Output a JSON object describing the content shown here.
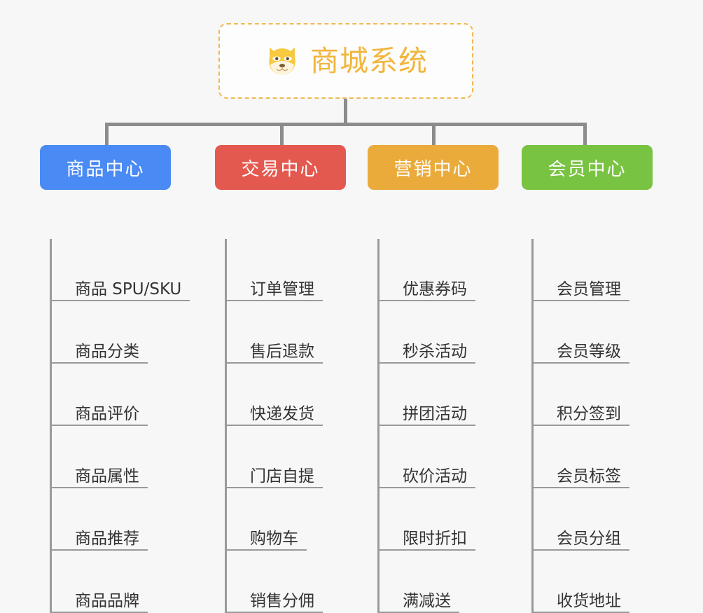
{
  "background_color": "#f7f7f7",
  "root": {
    "title": "商城系统",
    "icon": "shiba-dog-face-icon",
    "text_color": "#f2b53c",
    "border_color": "#f0b952"
  },
  "connector_color": "#8c8c8c",
  "columns": [
    {
      "header": "商品中心",
      "color": "#4a8af4",
      "items": [
        "商品 SPU/SKU",
        "商品分类",
        "商品评价",
        "商品属性",
        "商品推荐",
        "商品品牌"
      ]
    },
    {
      "header": "交易中心",
      "color": "#e4594f",
      "items": [
        "订单管理",
        "售后退款",
        "快递发货",
        "门店自提",
        "购物车",
        "销售分佣"
      ]
    },
    {
      "header": "营销中心",
      "color": "#eaab3b",
      "items": [
        "优惠券码",
        "秒杀活动",
        "拼团活动",
        "砍价活动",
        "限时折扣",
        "满减送"
      ]
    },
    {
      "header": "会员中心",
      "color": "#78c341",
      "items": [
        "会员管理",
        "会员等级",
        "积分签到",
        "会员标签",
        "会员分组",
        "收货地址"
      ]
    }
  ]
}
